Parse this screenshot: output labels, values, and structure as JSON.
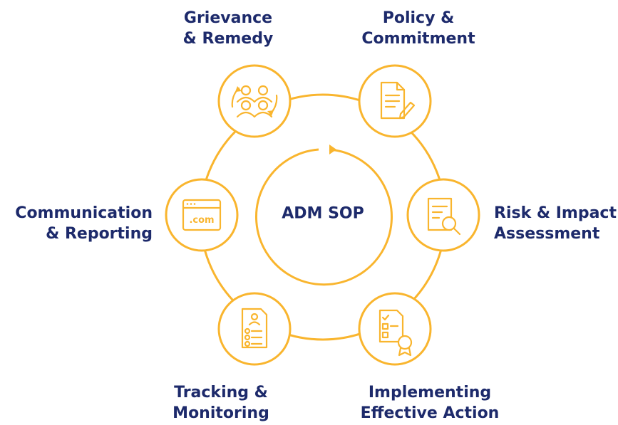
{
  "center": {
    "title": "ADM SOP"
  },
  "colors": {
    "accent": "#f9b52e",
    "text": "#1d2a6b"
  },
  "stages": [
    {
      "icon": "people-cycle-icon",
      "line1": "Grievance",
      "line2": "& Remedy"
    },
    {
      "icon": "document-pen-icon",
      "line1": "Policy &",
      "line2": "Commitment"
    },
    {
      "icon": "document-search-icon",
      "line1": "Risk & Impact",
      "line2": "Assessment"
    },
    {
      "icon": "checklist-award-icon",
      "line1": "Implementing",
      "line2": "Effective Action"
    },
    {
      "icon": "profile-checklist-icon",
      "line1": "Tracking &",
      "line2": "Monitoring"
    },
    {
      "icon": "browser-window-icon",
      "line1": "Communication",
      "line2": "& Reporting",
      "icon_text": ".com"
    }
  ]
}
